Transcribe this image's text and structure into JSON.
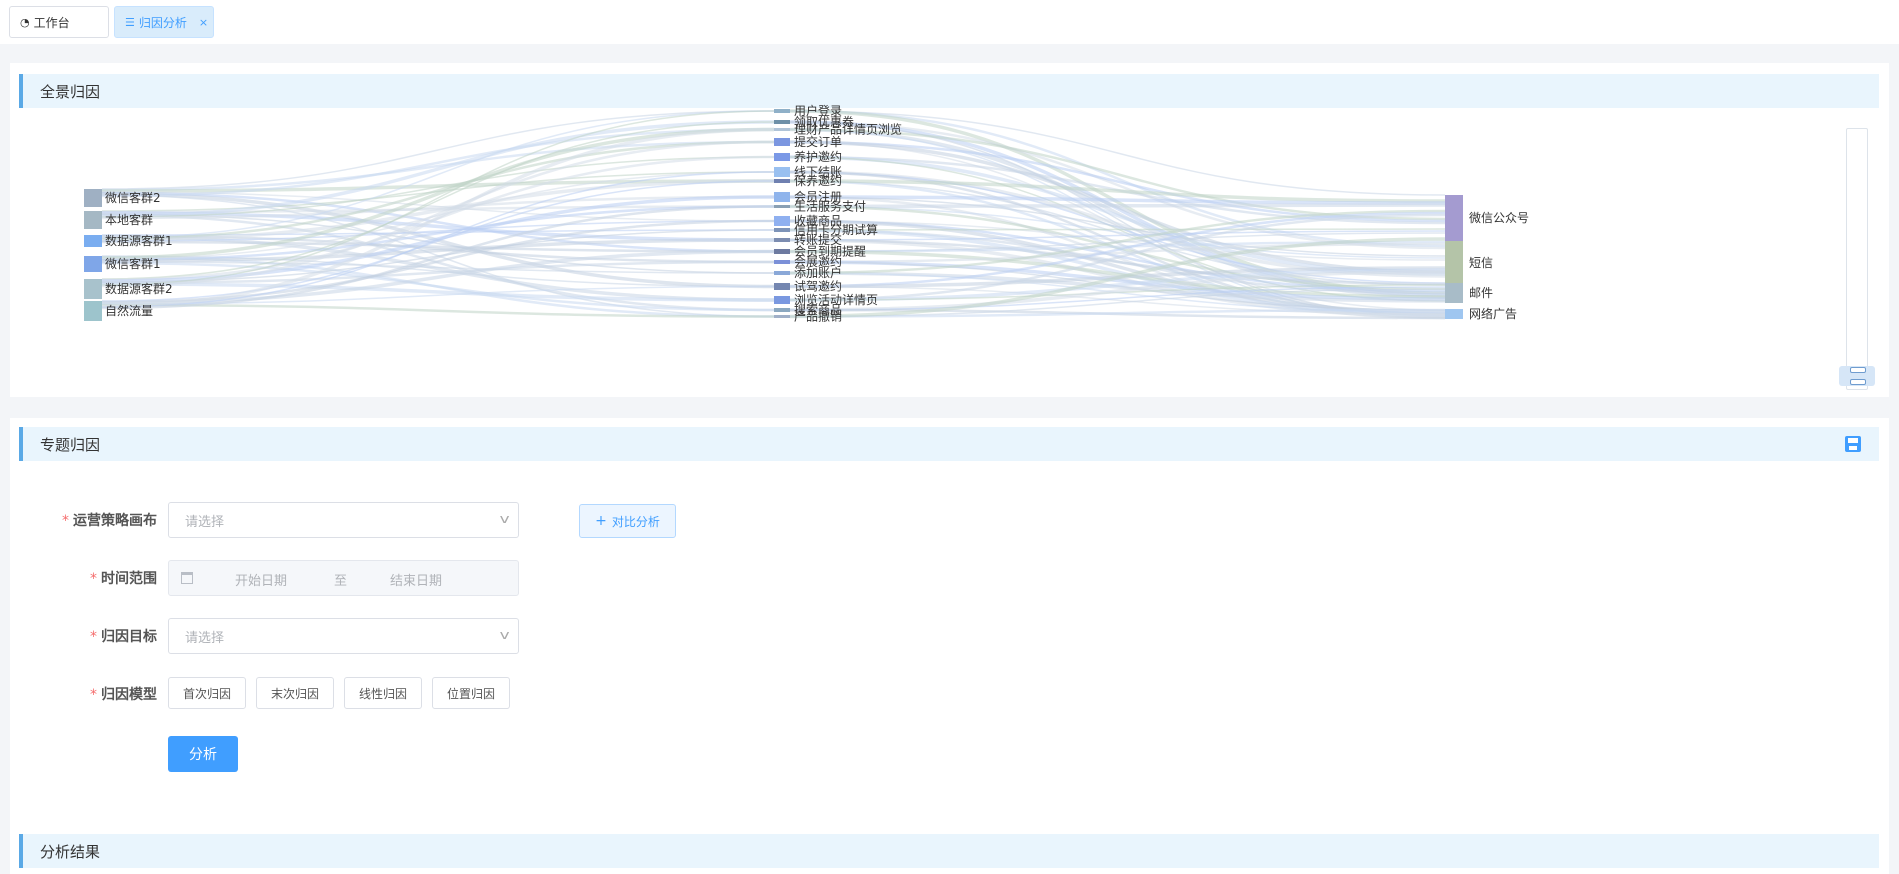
{
  "tabs": [
    {
      "label": "工作台",
      "icon": "dashboard-icon"
    },
    {
      "label": "归因分析",
      "icon": "tree-list-icon",
      "close": "×"
    }
  ],
  "sections": {
    "panorama": "全景归因",
    "topic": "专题归因",
    "result": "分析结果"
  },
  "sankey": {
    "sources": [
      "微信客群2",
      "本地客群",
      "数据源客群1",
      "微信客群1",
      "数据源客群2",
      "自然流量"
    ],
    "events": [
      "用户登录",
      "领取优惠券",
      "理财产品详情页浏览",
      "提交订单",
      "养护邀约",
      "线下结账",
      "保养邀约",
      "会员注册",
      "生活服务支付",
      "收藏商品",
      "信用卡分期试算",
      "转账提交",
      "会员到期提醒",
      "会展邀约",
      "添加账户",
      "试驾邀约",
      "浏览活动详情页",
      "搜索商品",
      "产品撤销"
    ],
    "targets": [
      "微信公众号",
      "短信",
      "邮件",
      "网络广告"
    ]
  },
  "form": {
    "strategy_label": "运营策略画布",
    "strategy_placeholder": "请选择",
    "time_label": "时间范围",
    "start_placeholder": "开始日期",
    "range_sep": "至",
    "end_placeholder": "结束日期",
    "goal_label": "归因目标",
    "goal_placeholder": "请选择",
    "model_label": "归因模型",
    "models": [
      "首次归因",
      "末次归因",
      "线性归因",
      "位置归因"
    ],
    "required_mark": "*",
    "compare_label": "对比分析",
    "compare_icon": "plus-icon",
    "analyze_label": "分析"
  },
  "colors": {
    "accent": "#409eff",
    "required": "#f56c6c",
    "section_bar": "#5aa9e6"
  }
}
